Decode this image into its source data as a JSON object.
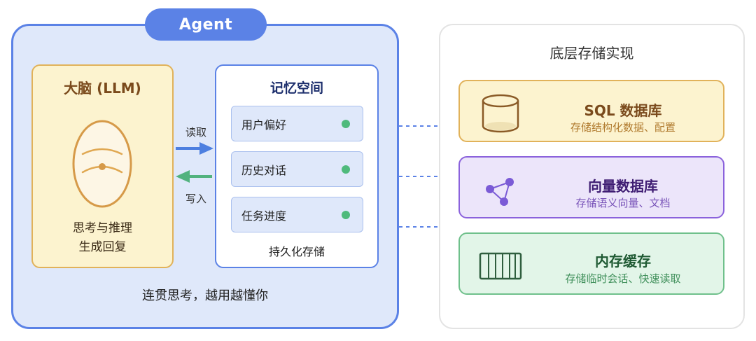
{
  "agent": {
    "label": "Agent",
    "caption": "连贯思考，越用越懂你",
    "brain": {
      "title": "大脑 (LLM)",
      "caption_lines": [
        "思考与推理",
        "生成回复"
      ]
    },
    "arrows": {
      "read": "读取",
      "write": "写入"
    },
    "memory": {
      "title": "记忆空间",
      "items": [
        "用户偏好",
        "历史对话",
        "任务进度"
      ],
      "footer": "持久化存储"
    }
  },
  "storage": {
    "title": "底层存储实现",
    "items": [
      {
        "title": "SQL 数据库",
        "subtitle": "存储结构化数据、配置",
        "icon": "database-cylinder-icon",
        "color": "#e1b25a"
      },
      {
        "title": "向量数据库",
        "subtitle": "存储语义向量、文档",
        "icon": "vector-graph-icon",
        "color": "#8b62dc"
      },
      {
        "title": "内存缓存",
        "subtitle": "存储临时会话、快速读取",
        "icon": "memory-chip-icon",
        "color": "#6fc08b"
      }
    ]
  },
  "colors": {
    "agent_blue": "#5b82e6",
    "read_arrow": "#4d7fe0",
    "write_arrow": "#52b27e",
    "status_dot": "#4fba7c"
  }
}
